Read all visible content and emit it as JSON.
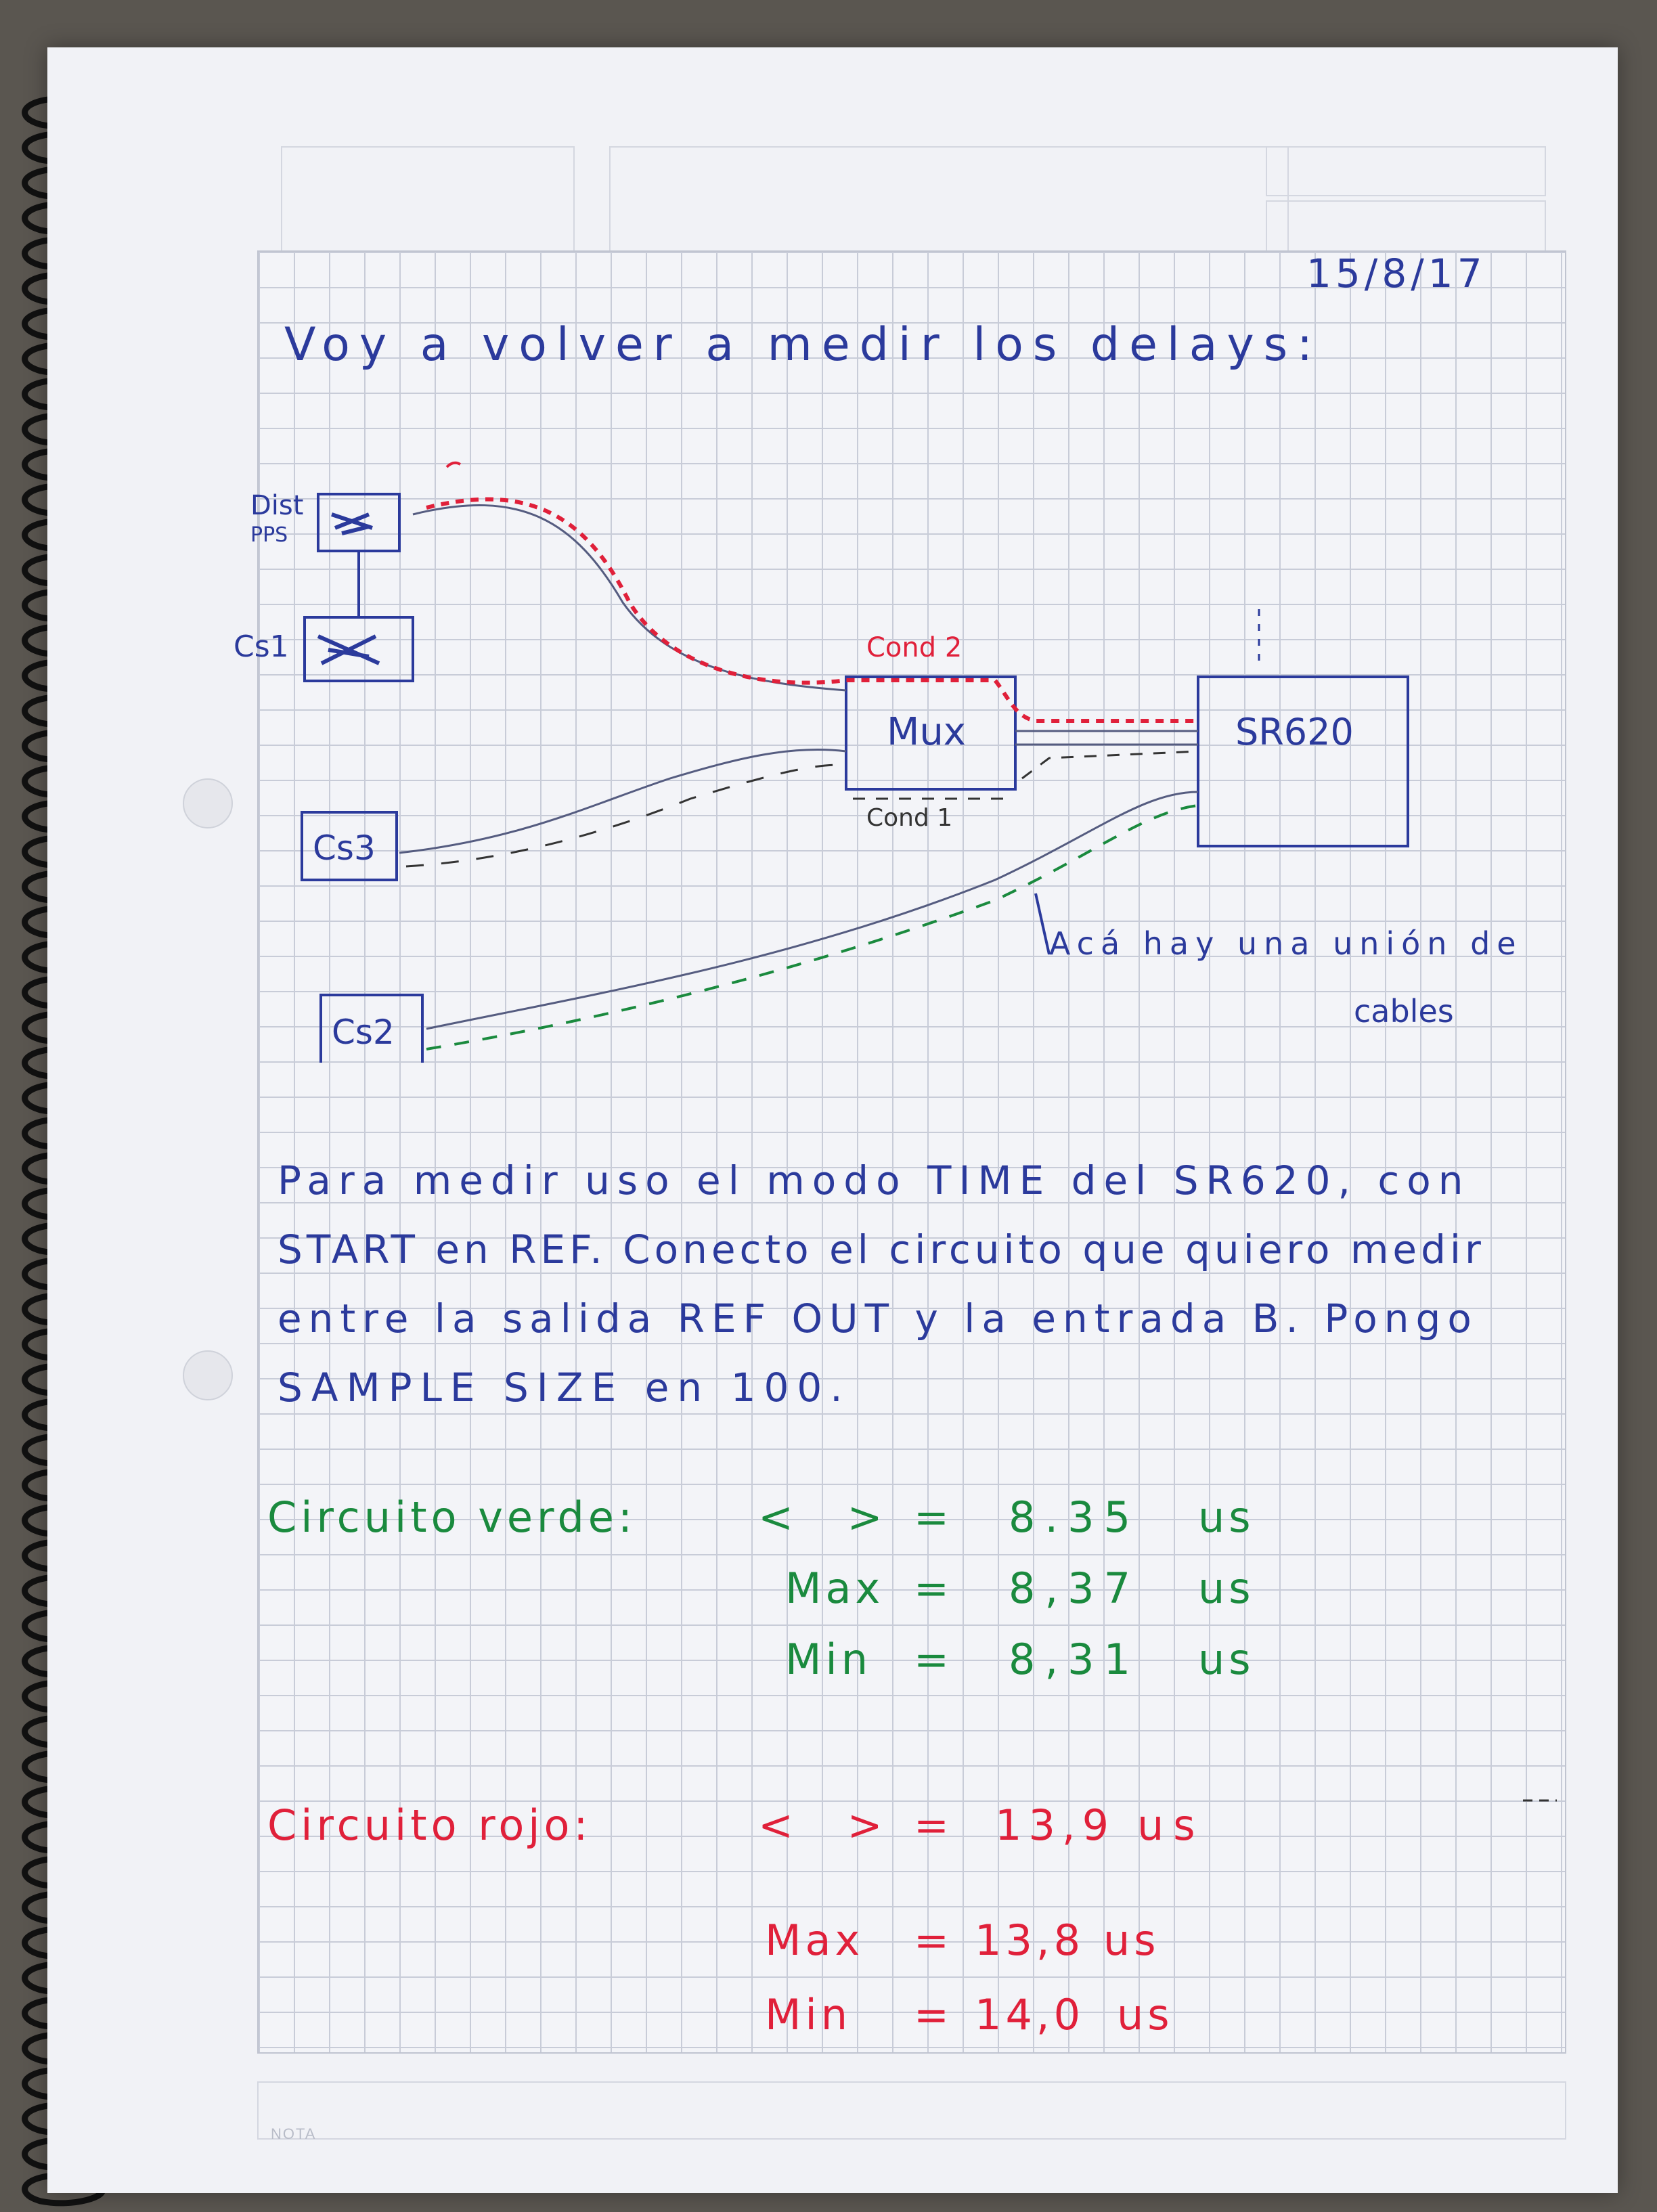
{
  "date": "15/8/17",
  "nota_label": "NOTA",
  "heading": "Voy a volver a medir los delays:",
  "diagram": {
    "dist_label": "Dist",
    "pps_label": "PPS",
    "cs1_label": "Cs1",
    "cs3_label": "Cs3",
    "cs2_label": "Cs2",
    "mux_label": "Mux",
    "sr_label": "SR620",
    "cond1_label": "Cond 1",
    "cond2_label": "Cond 2",
    "note_line1": "Acá hay una unión de",
    "note_line2": "cables"
  },
  "paragraph": [
    "Para medir uso el modo TIME del SR620, con",
    "START en REF. Conecto el circuito que quiero medir",
    "entre la salida REF OUT y la entrada B. Pongo",
    "SAMPLE SIZE en 100."
  ],
  "green": {
    "title": "Circuito verde:",
    "rows": [
      {
        "label": "< >",
        "eq": "=",
        "value": "8.35",
        "unit": "us"
      },
      {
        "label": "Max",
        "eq": "=",
        "value": "8,37",
        "unit": "us"
      },
      {
        "label": "Min",
        "eq": "=",
        "value": "8,31",
        "unit": "us"
      }
    ]
  },
  "red": {
    "title": "Circuito rojo:",
    "rows": [
      {
        "label": "< >",
        "eq": "=",
        "value": "13,9",
        "unit": "us"
      },
      {
        "label": "Max",
        "eq": "=",
        "value": "13,8",
        "unit": "us"
      },
      {
        "label": "Min",
        "eq": "=",
        "value": "14,0",
        "unit": "us"
      }
    ]
  },
  "colors": {
    "blue_ink": "#2b3a9c",
    "green_ink": "#1a8a3e",
    "red_ink": "#e0203a",
    "grid": "#c8ccd8"
  }
}
